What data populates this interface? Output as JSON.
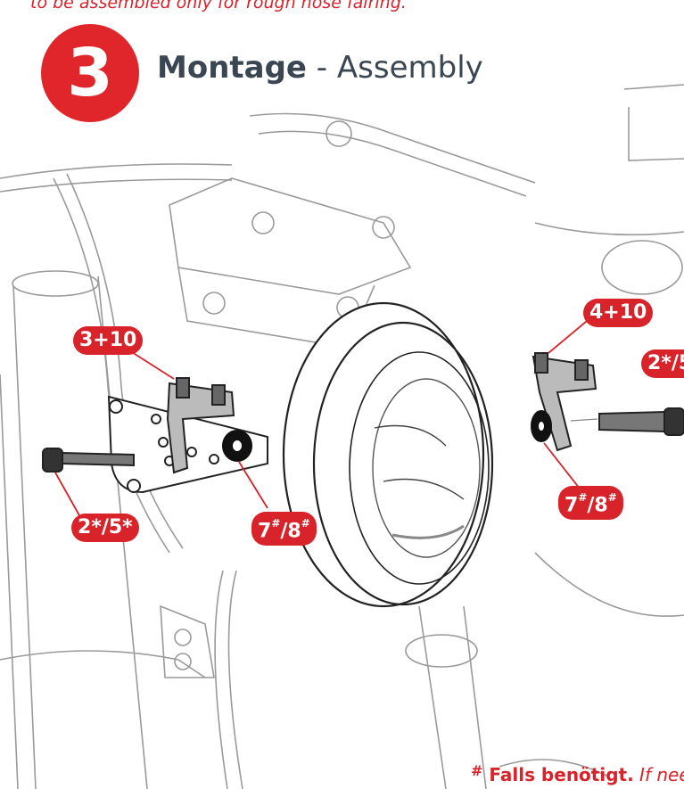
{
  "top_note": "to be assembled only for rough nose fairing.",
  "step": {
    "number": "3",
    "title_de": "Montage",
    "title_separator": " - ",
    "title_en": "Assembly"
  },
  "callouts": {
    "left_bracket": "3+10",
    "right_bracket": "4+10",
    "left_bolt_main": "2",
    "left_bolt_rest": "*/5*",
    "right_bolt_main": "2",
    "right_bolt_rest": "*/5",
    "left_spacer_main": "7",
    "left_spacer_mark1": "#",
    "left_spacer_mid": "/8",
    "left_spacer_mark2": "#",
    "right_spacer_main": "7",
    "right_spacer_mark1": "#",
    "right_spacer_mid": "/8",
    "right_spacer_mark2": "#"
  },
  "footnote": {
    "mark": "#",
    "de": " Falls benötigt.",
    "en": " If neede"
  },
  "colors": {
    "accent_red": "#d8232a",
    "title_gray": "#3a4651",
    "line_light": "#9a9a9a",
    "line_dark": "#222222"
  }
}
